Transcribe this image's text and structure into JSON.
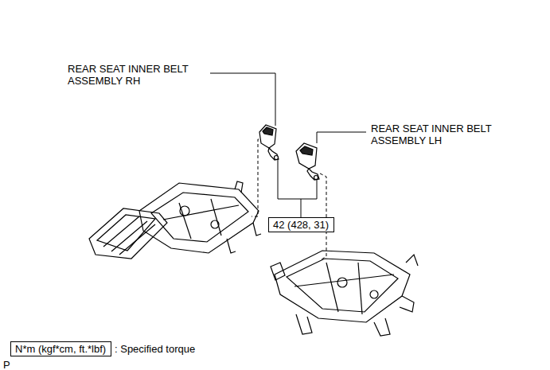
{
  "diagram": {
    "nodes": [
      {
        "text": [
          "42 (428, 31)"
        ]
      },
      {
        "text": [
          "N*m (kgf*cm, ft.*lbf)"
        ]
      }
    ],
    "labels": [
      "REAR SEAT INNER BELT ASSEMBLY RH",
      "REAR SEAT INNER BELT ASSEMBLY LH",
      ": Specified torque",
      "P"
    ]
  }
}
